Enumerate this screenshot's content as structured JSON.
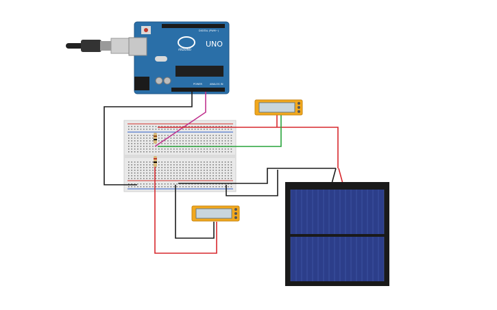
{
  "arduino": {
    "model_label": "UNO",
    "brand_label": "ARDUINO",
    "digital_label": "DIGITAL (PWM~)",
    "power_label": "POWER",
    "analog_label": "ANALOG IN",
    "board_color": "#2a6fa8",
    "header_color": "#1b1b1b"
  },
  "breadboard": {
    "color": "#e9e9e9",
    "rail_red": "#d2302c",
    "rail_blue": "#2a5ac8"
  },
  "multimeter": {
    "body_color": "#f2a81d",
    "screen_color": "#c9d6dc"
  },
  "solar_panel": {
    "frame_color": "#1a1a1a",
    "cell_color": "#2c3e8a"
  },
  "wires": {
    "black": "#1a1a1a",
    "red": "#d7272c",
    "green": "#27a33a",
    "magenta": "#c0318d"
  }
}
